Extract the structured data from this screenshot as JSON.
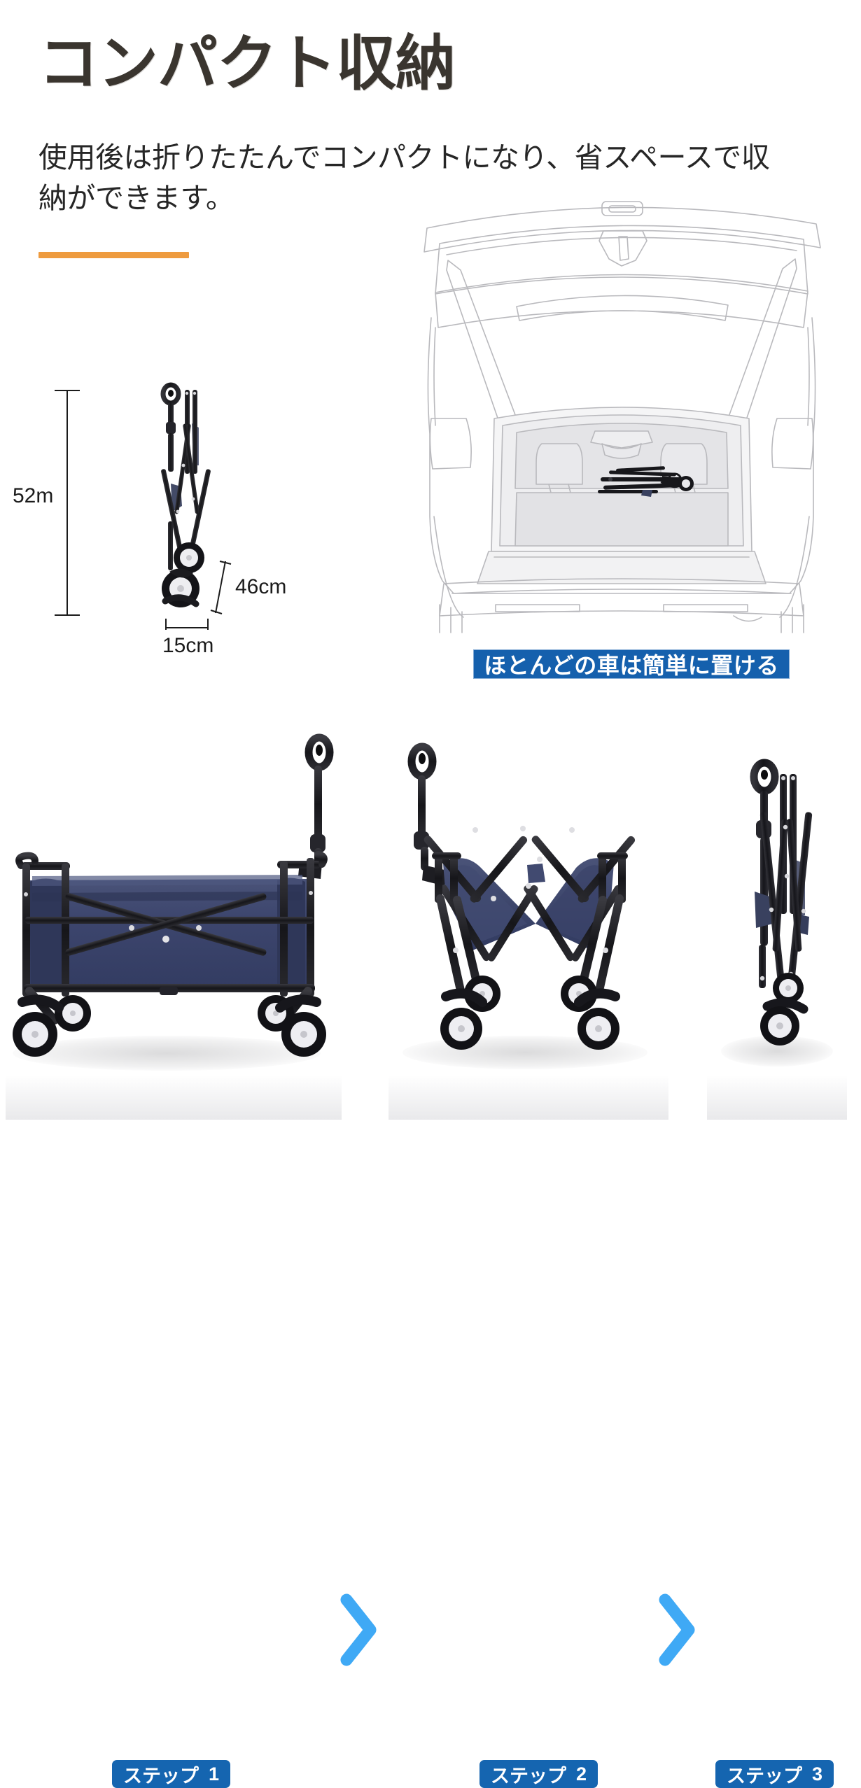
{
  "header": {
    "title": "コンパクト収納",
    "subtitle": "使用後は折りたたんでコンパクトになり、省スペースで収納ができます。",
    "accent_color": "#ee9b3f"
  },
  "dimensions": {
    "height_label": "52m",
    "depth_label": "46cm",
    "width_label": "15cm"
  },
  "car_section": {
    "caption": "ほとんどの車は簡単に置ける",
    "caption_bg": "#1560ad",
    "line_color": "#b9b9bd",
    "glass_fill": "#eeeef0"
  },
  "steps": {
    "badge_bg": "#1565b0",
    "arrow_color": "#3fa9f5",
    "arrow_icon": "chevron-right-icon",
    "items": [
      {
        "badge_word": "ステップ",
        "number": "1",
        "state": "opened"
      },
      {
        "badge_word": "ステップ",
        "number": "2",
        "state": "half-folded"
      },
      {
        "badge_word": "ステップ",
        "number": "3",
        "state": "fully-folded"
      }
    ]
  },
  "product": {
    "fabric_color": "#3d466e",
    "fabric_shadow": "#2d3554",
    "frame_color": "#1f1f22",
    "wheel_hub_color": "#f0f0f2"
  }
}
